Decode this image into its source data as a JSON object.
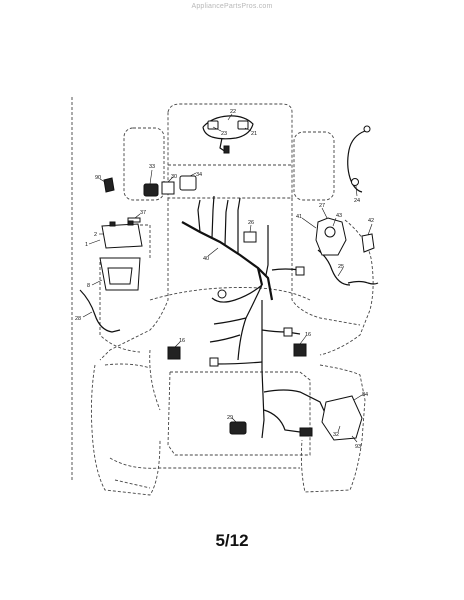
{
  "header": {
    "watermark": "AppliancePartsPros.com"
  },
  "footer": {
    "page_number": "5/12"
  },
  "callouts": [
    {
      "id": "c22",
      "label": "22"
    },
    {
      "id": "c23",
      "label": "23"
    },
    {
      "id": "c21",
      "label": "21"
    },
    {
      "id": "c24",
      "label": "24"
    },
    {
      "id": "c33",
      "label": "33"
    },
    {
      "id": "c30",
      "label": "30"
    },
    {
      "id": "c34",
      "label": "34"
    },
    {
      "id": "c90",
      "label": "90"
    },
    {
      "id": "c37",
      "label": "37"
    },
    {
      "id": "c2",
      "label": "2"
    },
    {
      "id": "c1",
      "label": "1"
    },
    {
      "id": "c26",
      "label": "26"
    },
    {
      "id": "c40",
      "label": "40"
    },
    {
      "id": "c41",
      "label": "41"
    },
    {
      "id": "c27",
      "label": "27"
    },
    {
      "id": "c43",
      "label": "43"
    },
    {
      "id": "c42",
      "label": "42"
    },
    {
      "id": "c25",
      "label": "25"
    },
    {
      "id": "c8",
      "label": "8"
    },
    {
      "id": "c28",
      "label": "28"
    },
    {
      "id": "c16a",
      "label": "16"
    },
    {
      "id": "c16b",
      "label": "16"
    },
    {
      "id": "c29",
      "label": "29"
    },
    {
      "id": "c84",
      "label": "84"
    },
    {
      "id": "c32",
      "label": "32"
    },
    {
      "id": "c93",
      "label": "93"
    }
  ]
}
